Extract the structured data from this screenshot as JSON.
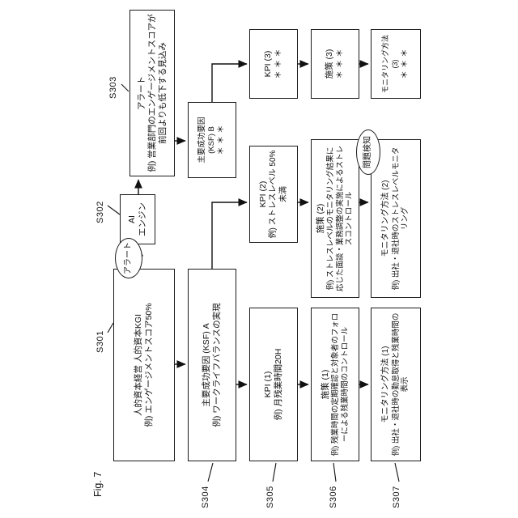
{
  "figure_caption": "Fig. 7",
  "top_row": {
    "kgi": {
      "step": "S301",
      "title": "人的資本経営 人的資本KGI",
      "example": "例) エンゲージメントスコア50%"
    },
    "alert_signal_oval": "アラート",
    "ai_engine": {
      "step": "S302",
      "line1": "AI",
      "line2": "エンジン"
    },
    "alert": {
      "step": "S303",
      "title": "アラート",
      "example": "例) 営業部門のエンゲージメントスコアが前回よりも低下する見込み"
    }
  },
  "ksf_row": {
    "step": "S304",
    "ksf_a": {
      "title": "主要成功要因 (KSF) A",
      "example": "例) ワークライフバランスの実現"
    },
    "ksf_b": {
      "title": "主要成功要因 (KSF) B",
      "example": "＊ ＊ ＊"
    }
  },
  "kpi_row": {
    "step": "S305",
    "kpi1": {
      "title": "KPI (1)",
      "example": "例) 月残業時間20H"
    },
    "kpi2": {
      "title": "KPI (2)",
      "example": "例) ストレスレベル 50%未満"
    },
    "kpi3": {
      "title": "KPI (3)",
      "example": "＊ ＊ ＊"
    }
  },
  "measure_row": {
    "step": "S306",
    "measure1": {
      "title": "施策 (1)",
      "example": "例) 残業時間の定期確認と対象者のフォローによる残業時間のコントロール"
    },
    "measure2": {
      "title": "施策 (2)",
      "example": "例) ストレスレベルのモニタリング結果に応じた面談・業務調整の実施によるストレスコントロール"
    },
    "measure3": {
      "title": "施策 (3)",
      "example": "＊ ＊ ＊"
    }
  },
  "monitoring_row": {
    "step": "S307",
    "monitoring1": {
      "title": "モニタリング方法 (1)",
      "example": "例) 出社・退社時の勤怠取得と残業時間の表示"
    },
    "monitoring2": {
      "title": "モニタリング方法 (2)",
      "example": "例) 出社・退社時のストレスレベルモニタリング"
    },
    "monitoring3": {
      "title": "モニタリング方法 (3)",
      "example": "＊ ＊ ＊"
    }
  },
  "problem_detected_oval": "問題検知"
}
